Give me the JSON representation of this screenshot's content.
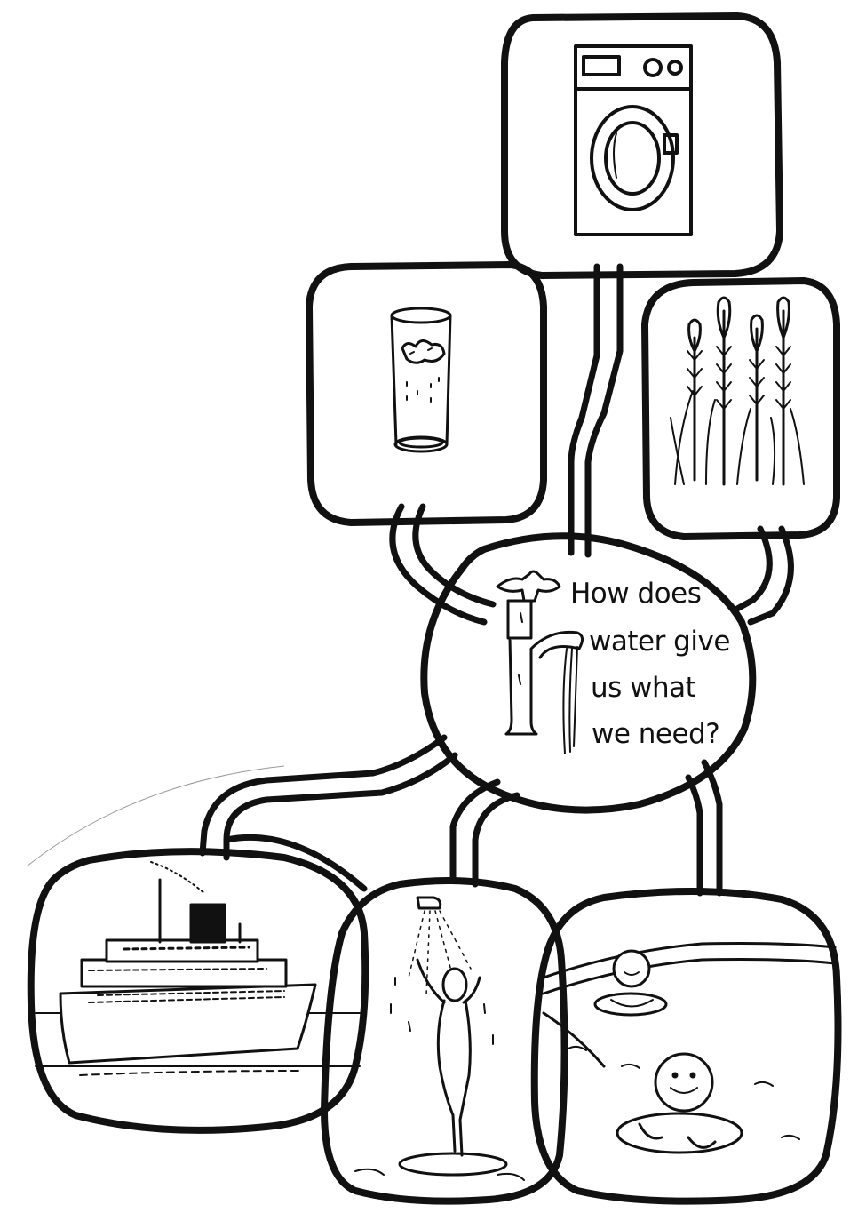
{
  "question": {
    "lines": [
      "How does",
      "water give",
      "us what",
      "we need?"
    ]
  },
  "uses": [
    {
      "id": "washing-machine",
      "icon": "washing-machine-icon"
    },
    {
      "id": "drinking-water",
      "icon": "glass-of-water-icon"
    },
    {
      "id": "crops",
      "icon": "wheat-icon"
    },
    {
      "id": "transport",
      "icon": "ship-icon"
    },
    {
      "id": "washing",
      "icon": "shower-icon"
    },
    {
      "id": "swimming",
      "icon": "swimming-pool-icon"
    }
  ],
  "colors": {
    "ink": "#111111",
    "paper": "#ffffff"
  }
}
